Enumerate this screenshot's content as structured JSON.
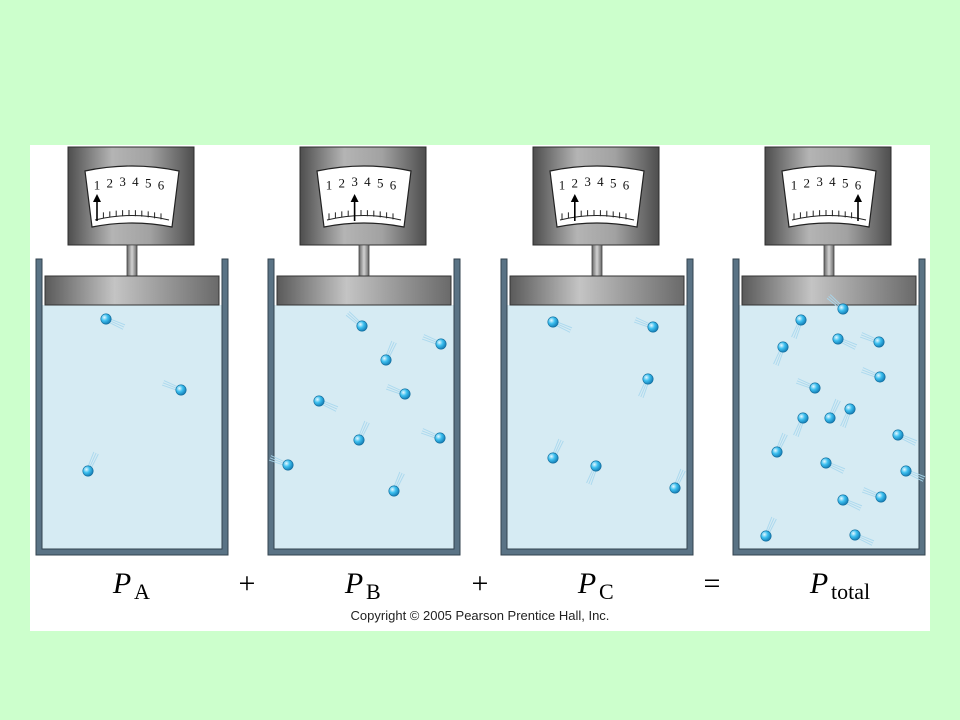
{
  "colors": {
    "page_background": "#ccffcc",
    "panel_background": "#ffffff",
    "container_wall": "#5a7385",
    "gas_fill": "#d6ebf3",
    "piston": "#8c8c8c",
    "gauge_body": "#7a7a7a",
    "molecule": "#34b6ea",
    "trail": "#a9d8ee"
  },
  "gauge_scale": [
    "1",
    "2",
    "3",
    "4",
    "5",
    "6"
  ],
  "containers": [
    {
      "id": "a",
      "gauge_reading": 1,
      "molecule_count": 3,
      "label": {
        "symbol": "P",
        "subscript": "A"
      }
    },
    {
      "id": "b",
      "gauge_reading": 3,
      "molecule_count": 9,
      "label": {
        "symbol": "P",
        "subscript": "B"
      }
    },
    {
      "id": "c",
      "gauge_reading": 2,
      "molecule_count": 6,
      "label": {
        "symbol": "P",
        "subscript": "C"
      }
    },
    {
      "id": "total",
      "gauge_reading": 6,
      "molecule_count": 18,
      "label": {
        "symbol": "P",
        "subscript": "total"
      }
    }
  ],
  "operators": [
    "+",
    "+",
    "="
  ],
  "copyright": "Copyright © 2005 Pearson Prentice Hall, Inc."
}
